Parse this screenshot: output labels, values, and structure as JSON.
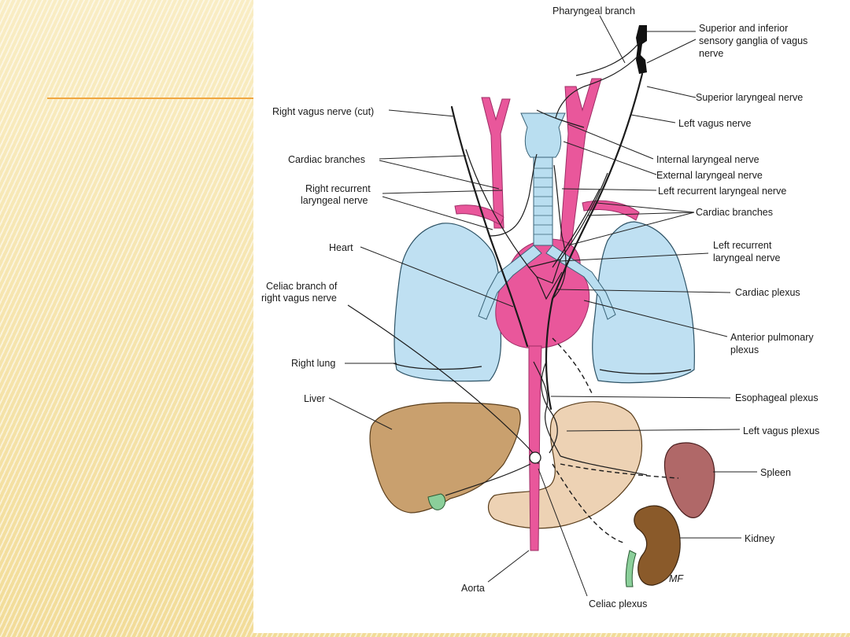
{
  "labels": {
    "pharyngeal_branch": "Pharyngeal branch",
    "sensory_ganglia": [
      "Superior and inferior",
      "sensory ganglia of vagus",
      "nerve"
    ],
    "superior_laryngeal": "Superior laryngeal nerve",
    "right_vagus_cut": "Right vagus nerve (cut)",
    "left_vagus": "Left vagus nerve",
    "cardiac_branches_left": "Cardiac branches",
    "internal_laryngeal": "Internal laryngeal nerve",
    "external_laryngeal": "External laryngeal nerve",
    "right_recurrent": [
      "Right recurrent",
      "laryngeal nerve"
    ],
    "left_recurrent_1": "Left recurrent laryngeal nerve",
    "cardiac_branches_right": "Cardiac branches",
    "heart": "Heart",
    "left_recurrent_2": [
      "Left recurrent",
      "laryngeal nerve"
    ],
    "celiac_branch": [
      "Celiac branch of",
      "right vagus nerve"
    ],
    "cardiac_plexus": "Cardiac plexus",
    "anterior_pulmonary": [
      "Anterior pulmonary",
      "plexus"
    ],
    "right_lung": "Right lung",
    "liver": "Liver",
    "esophageal_plexus": "Esophageal plexus",
    "left_vagus_plexus": "Left vagus plexus",
    "spleen": "Spleen",
    "kidney": "Kidney",
    "aorta": "Aorta",
    "celiac_plexus": "Celiac plexus",
    "signature": "MF"
  },
  "colors": {
    "background": "#f6e7b4",
    "accent_rule": "#f0a640",
    "vessel": "#e9579b",
    "lung": "#bfe0f2",
    "liver": "#c9a06e",
    "stomach": "#edd2b4",
    "spleen": "#b06868",
    "kidney": "#8a5a2a"
  }
}
